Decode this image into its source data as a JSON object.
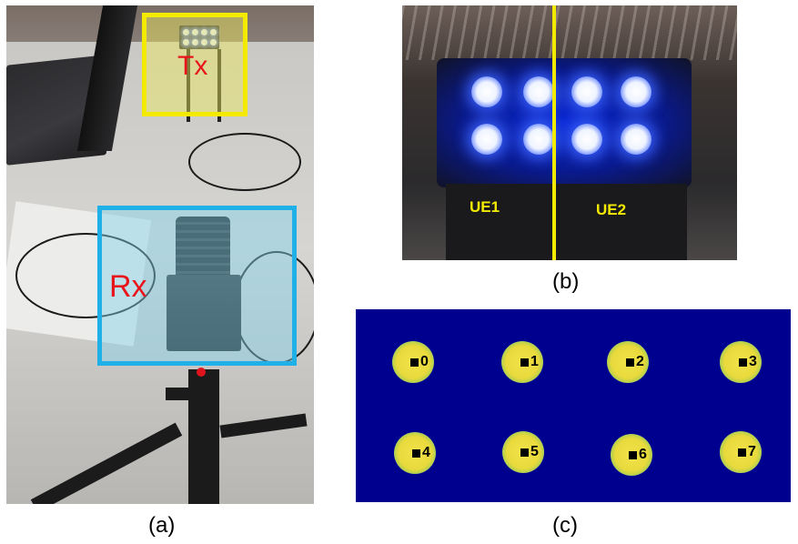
{
  "panel_a": {
    "caption": "(a)",
    "tx_label": "Tx",
    "rx_label": "Rx",
    "colors": {
      "tx_box": "#f4ea00",
      "rx_box": "#1fb0e8",
      "label": "#e8141c"
    }
  },
  "panel_b": {
    "caption": "(b)",
    "ue1_label": "UE1",
    "ue2_label": "UE2",
    "colors": {
      "divider": "#f4ea00",
      "led_glow": "#2a55ff"
    }
  },
  "panel_c": {
    "caption": "(c)",
    "spots": [
      {
        "label": "0"
      },
      {
        "label": "1"
      },
      {
        "label": "2"
      },
      {
        "label": "3"
      },
      {
        "label": "4"
      },
      {
        "label": "5"
      },
      {
        "label": "6"
      },
      {
        "label": "7"
      }
    ],
    "colors": {
      "background": "#00008f",
      "spot": "#f2e24a"
    }
  }
}
